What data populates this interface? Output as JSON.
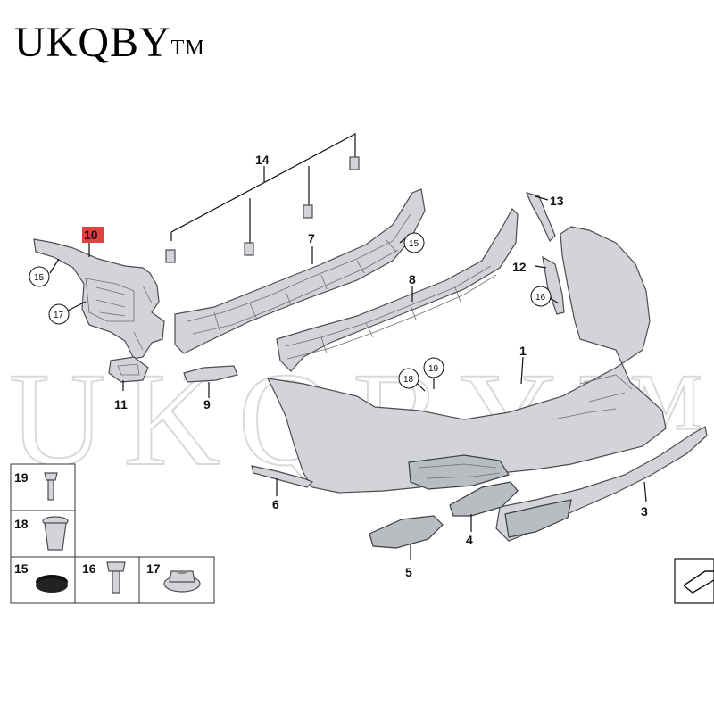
{
  "brand": {
    "name": "UKQBY",
    "tm": "TM"
  },
  "watermark": "UKQBY™",
  "callouts": {
    "c1": "1",
    "c3": "3",
    "c4": "4",
    "c5": "5",
    "c6": "6",
    "c7": "7",
    "c8": "8",
    "c9": "9",
    "c10": "10",
    "c11": "11",
    "c12": "12",
    "c13": "13",
    "c14": "14",
    "c15a": "15",
    "c15b": "15",
    "c16": "16",
    "c17": "17",
    "c18": "18",
    "c19": "19"
  },
  "fastener_table": {
    "f19": "19",
    "f18": "18",
    "f15": "15",
    "f16": "16",
    "f17": "17"
  },
  "colors": {
    "highlight": "#e04141",
    "part": "#d2d4d7",
    "outline": "#4a4d52"
  }
}
